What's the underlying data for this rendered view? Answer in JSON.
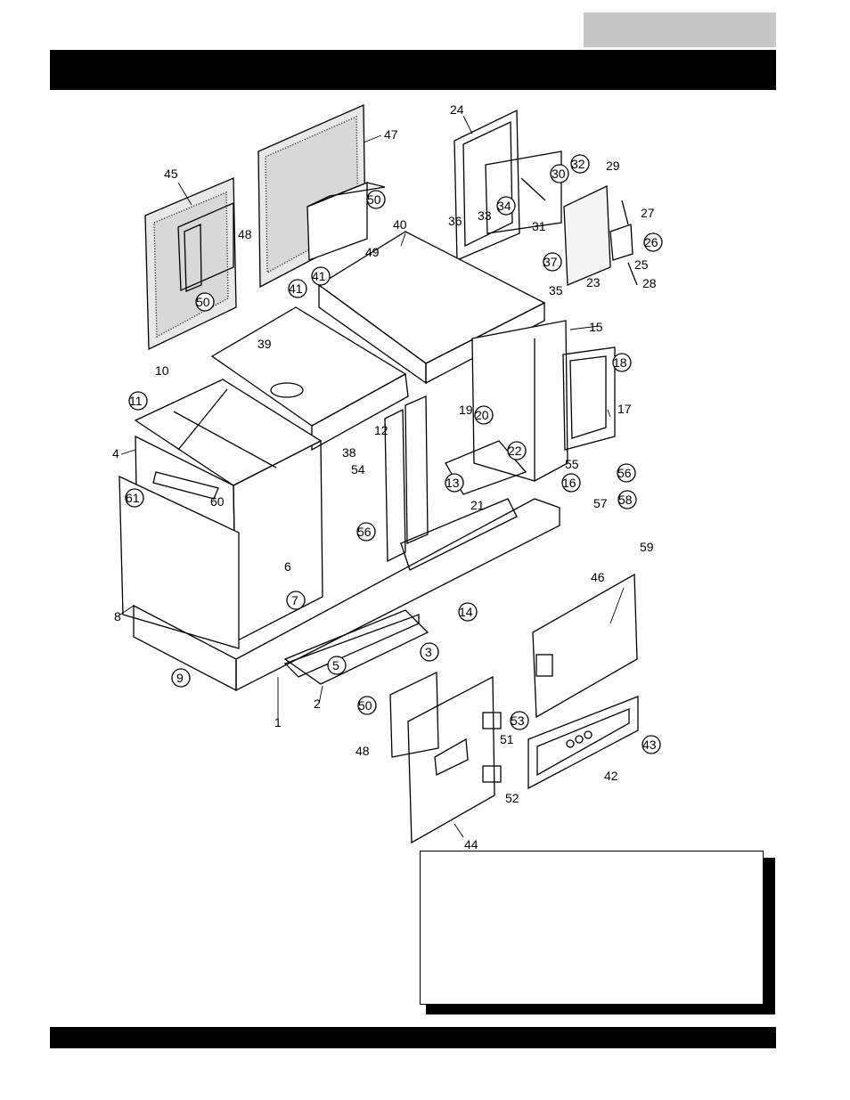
{
  "labels": [
    {
      "id": "l24",
      "text": "24"
    },
    {
      "id": "l47",
      "text": "47"
    },
    {
      "id": "l32",
      "text": "32"
    },
    {
      "id": "l30",
      "text": "30"
    },
    {
      "id": "l29",
      "text": "29"
    },
    {
      "id": "l45",
      "text": "45"
    },
    {
      "id": "l50a",
      "text": "50"
    },
    {
      "id": "l27",
      "text": "27"
    },
    {
      "id": "l36",
      "text": "36"
    },
    {
      "id": "l33",
      "text": "33"
    },
    {
      "id": "l34",
      "text": "34"
    },
    {
      "id": "l31",
      "text": "31"
    },
    {
      "id": "l40",
      "text": "40"
    },
    {
      "id": "l26",
      "text": "26"
    },
    {
      "id": "l48a",
      "text": "48"
    },
    {
      "id": "l49",
      "text": "49"
    },
    {
      "id": "l25",
      "text": "25"
    },
    {
      "id": "l37",
      "text": "37"
    },
    {
      "id": "l41a",
      "text": "41"
    },
    {
      "id": "l35",
      "text": "35"
    },
    {
      "id": "l23",
      "text": "23"
    },
    {
      "id": "l28",
      "text": "28"
    },
    {
      "id": "l50b",
      "text": "50"
    },
    {
      "id": "l41b",
      "text": "41"
    },
    {
      "id": "l15",
      "text": "15"
    },
    {
      "id": "l39",
      "text": "39"
    },
    {
      "id": "l18",
      "text": "18"
    },
    {
      "id": "l10",
      "text": "10"
    },
    {
      "id": "l11",
      "text": "11"
    },
    {
      "id": "l19",
      "text": "19"
    },
    {
      "id": "l20",
      "text": "20"
    },
    {
      "id": "l17",
      "text": "17"
    },
    {
      "id": "l12",
      "text": "12"
    },
    {
      "id": "l38",
      "text": "38"
    },
    {
      "id": "l4",
      "text": "4"
    },
    {
      "id": "l22",
      "text": "22"
    },
    {
      "id": "l55",
      "text": "55"
    },
    {
      "id": "l56a",
      "text": "56"
    },
    {
      "id": "l54",
      "text": "54"
    },
    {
      "id": "l61",
      "text": "61"
    },
    {
      "id": "l60",
      "text": "60"
    },
    {
      "id": "l16",
      "text": "16"
    },
    {
      "id": "l13",
      "text": "13"
    },
    {
      "id": "l21",
      "text": "21"
    },
    {
      "id": "l57",
      "text": "57"
    },
    {
      "id": "l58",
      "text": "58"
    },
    {
      "id": "l56b",
      "text": "56"
    },
    {
      "id": "l59",
      "text": "59"
    },
    {
      "id": "l6",
      "text": "6"
    },
    {
      "id": "l46",
      "text": "46"
    },
    {
      "id": "l7",
      "text": "7"
    },
    {
      "id": "l8",
      "text": "8"
    },
    {
      "id": "l14",
      "text": "14"
    },
    {
      "id": "l3",
      "text": "3"
    },
    {
      "id": "l5",
      "text": "5"
    },
    {
      "id": "l9",
      "text": "9"
    },
    {
      "id": "l2",
      "text": "2"
    },
    {
      "id": "l1",
      "text": "1"
    },
    {
      "id": "l50c",
      "text": "50"
    },
    {
      "id": "l53",
      "text": "53"
    },
    {
      "id": "l51",
      "text": "51"
    },
    {
      "id": "l43",
      "text": "43"
    },
    {
      "id": "l48b",
      "text": "48"
    },
    {
      "id": "l42",
      "text": "42"
    },
    {
      "id": "l52",
      "text": "52"
    },
    {
      "id": "l44",
      "text": "44"
    }
  ]
}
